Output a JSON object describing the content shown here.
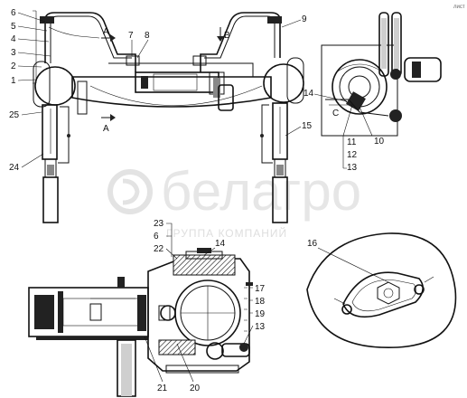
{
  "corner_note": "лист",
  "watermark": {
    "main": "белагро",
    "sub": "ГРУППА КОМПАНИЙ"
  },
  "section_markers": {
    "a_top": "A",
    "a_bottom": "A",
    "b": "B"
  },
  "callouts": {
    "top_left": [
      "6",
      "5",
      "4",
      "3",
      "2",
      "1"
    ],
    "n7": "7",
    "n8": "8",
    "n9": "9",
    "n25": "25",
    "n24": "24",
    "n15": "15",
    "right_view": [
      "14",
      "C",
      "11",
      "12",
      "13",
      "10"
    ],
    "section_view": [
      "23",
      "6",
      "22",
      "14",
      "17",
      "18",
      "19",
      "13",
      "21",
      "20"
    ],
    "n16": "16"
  }
}
